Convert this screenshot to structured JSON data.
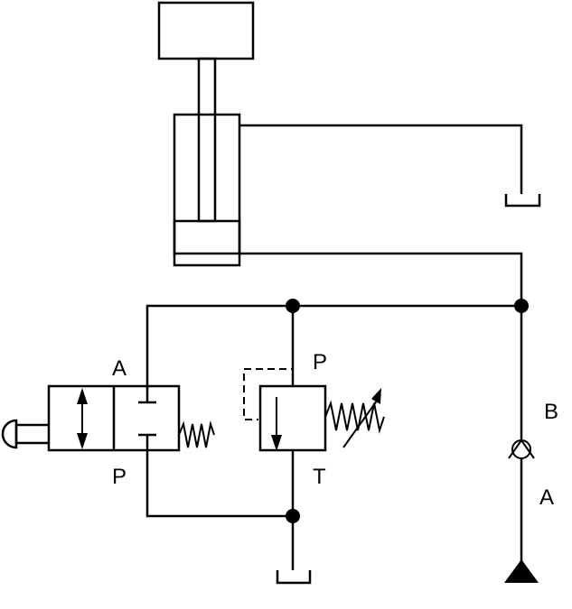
{
  "labels": {
    "valve_port_a": "A",
    "valve_port_p": "P",
    "relief_port_p": "P",
    "relief_port_t": "T",
    "check_port_b": "B",
    "check_port_a": "A"
  },
  "colors": {
    "stroke": "#000000",
    "background": "#ffffff"
  }
}
